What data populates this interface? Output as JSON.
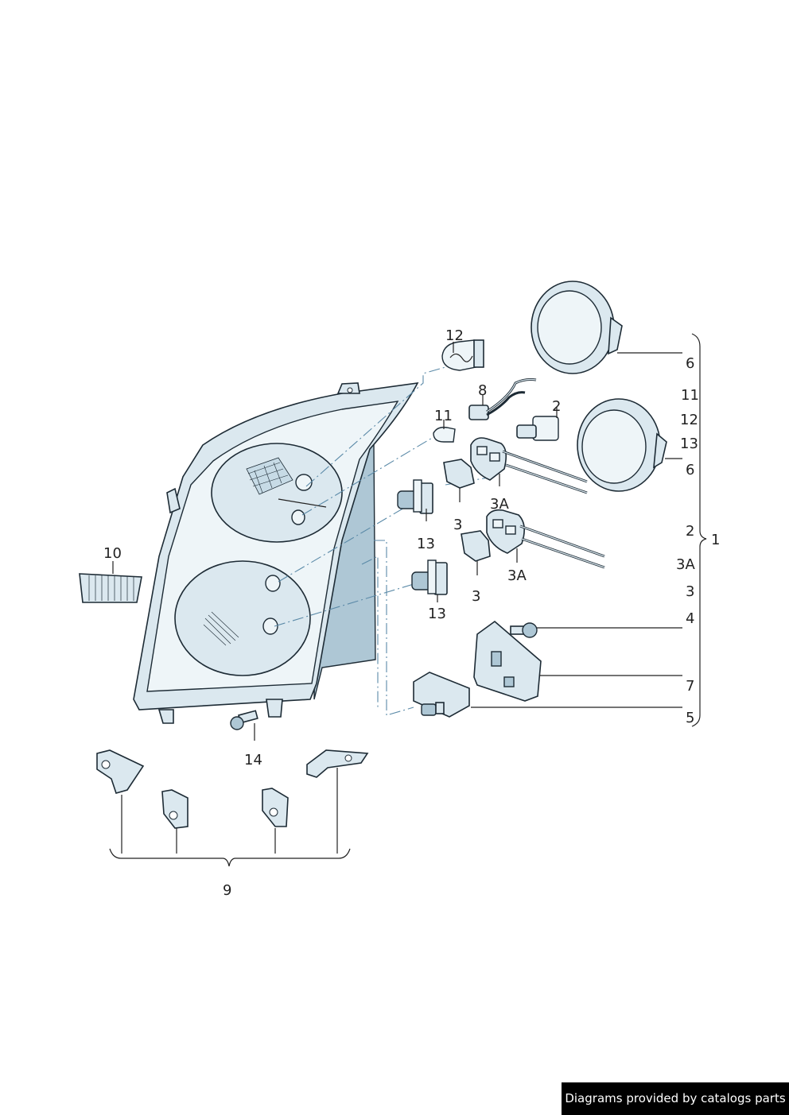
{
  "callouts": {
    "c12_top": "12",
    "c8": "8",
    "c2_top": "2",
    "c11_top": "11",
    "c3a_top": "3A",
    "c3_top": "3",
    "c13_top": "13",
    "c3a_mid": "3A",
    "c3_mid": "3",
    "c13_mid": "13",
    "c10": "10",
    "c14": "14",
    "c9": "9"
  },
  "legend": {
    "item_6a": "6",
    "item_11": "11",
    "item_12": "12",
    "item_13": "13",
    "item_6b": "6",
    "item_2": "2",
    "item_1": "1",
    "item_3a": "3A",
    "item_3": "3",
    "item_4": "4",
    "item_7": "7",
    "item_5": "5"
  },
  "footer": {
    "credit": "Diagrams provided by catalogs parts"
  },
  "colors": {
    "part_fill": "#dbe8ef",
    "part_shade": "#aec7d5",
    "outline": "#1d2b35",
    "dash_line": "#5b8aa8"
  }
}
